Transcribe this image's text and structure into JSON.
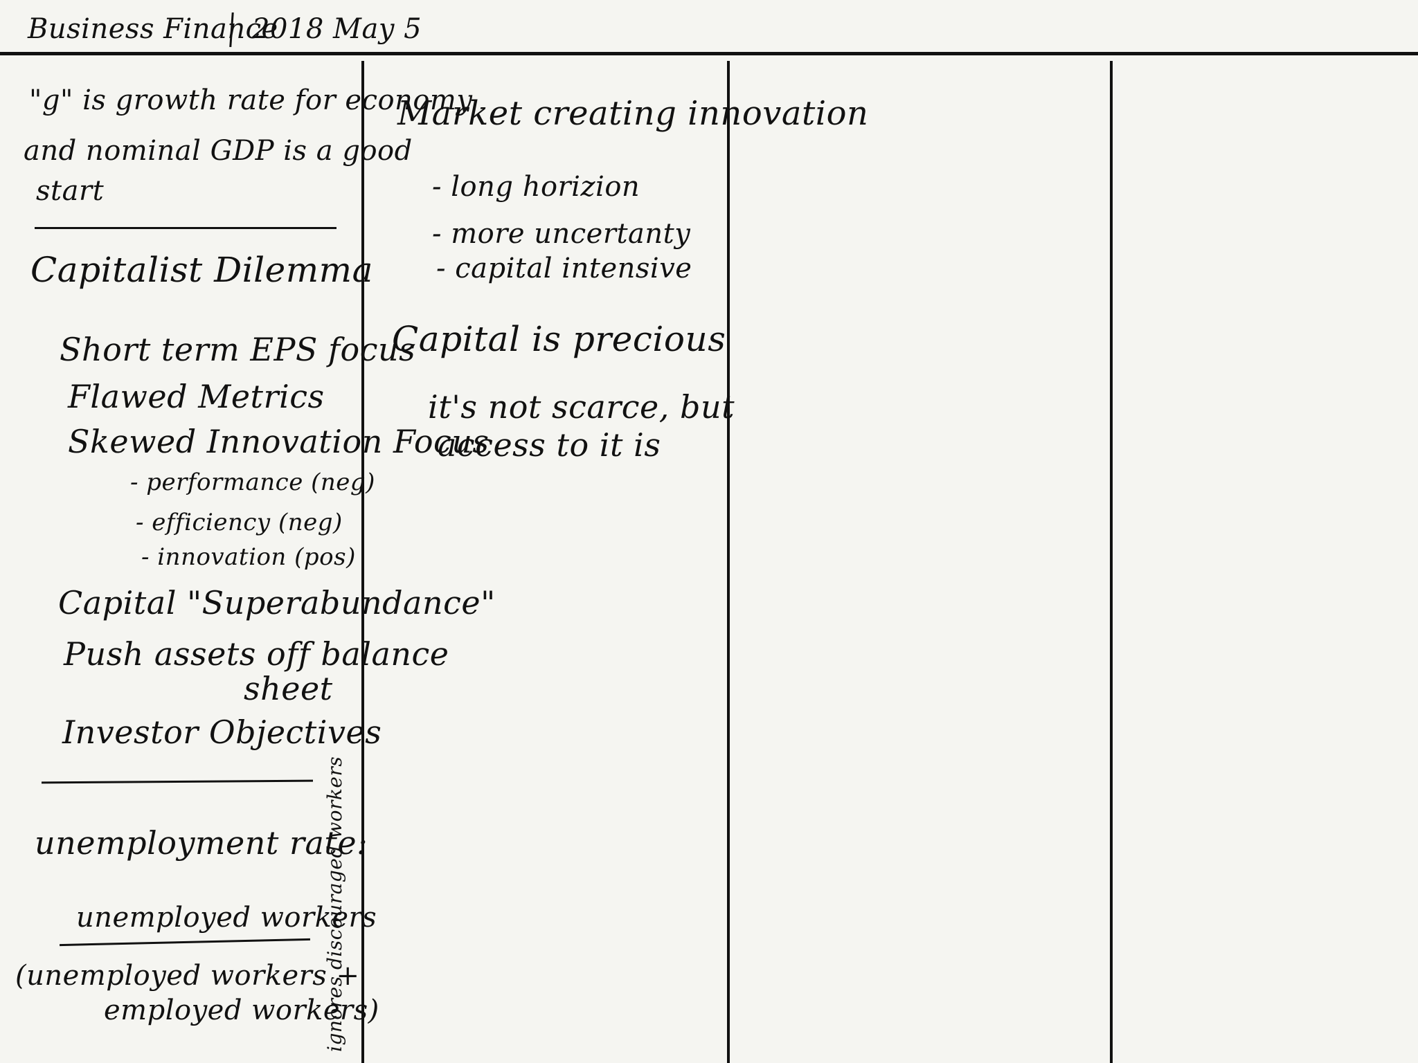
{
  "header": {
    "title": "Business Finance",
    "date": "2018 May 5"
  },
  "column1": {
    "g_note": [
      "\"g\" is growth rate for economy",
      "and nominal GDP is a good",
      "start"
    ],
    "dilemma_title": "Capitalist Dilemma",
    "dilemma_items": [
      "Short term EPS focus",
      "Flawed Metrics",
      "Skewed Innovation Focus"
    ],
    "focus_subitems": [
      "- performance (neg)",
      "- efficiency (neg)",
      "- innovation (pos)"
    ],
    "more_items": [
      "Capital \"Superabundance\"",
      "Push assets off balance",
      "sheet",
      "Investor Objectives"
    ],
    "unemployment": {
      "label": "unemployment rate:",
      "numerator": "unemployed workers",
      "denominator_line1": "(unemployed workers +",
      "denominator_line2": "employed workers)",
      "side_note": "ignores discouraged workers"
    }
  },
  "column2": {
    "heading": "Market creating innovation",
    "bullets": [
      "- long horizion",
      "- more uncertanty",
      "- capital intensive"
    ],
    "capital_heading": "Capital is precious",
    "capital_note": [
      "it's not scarce, but",
      "access to it is"
    ]
  }
}
